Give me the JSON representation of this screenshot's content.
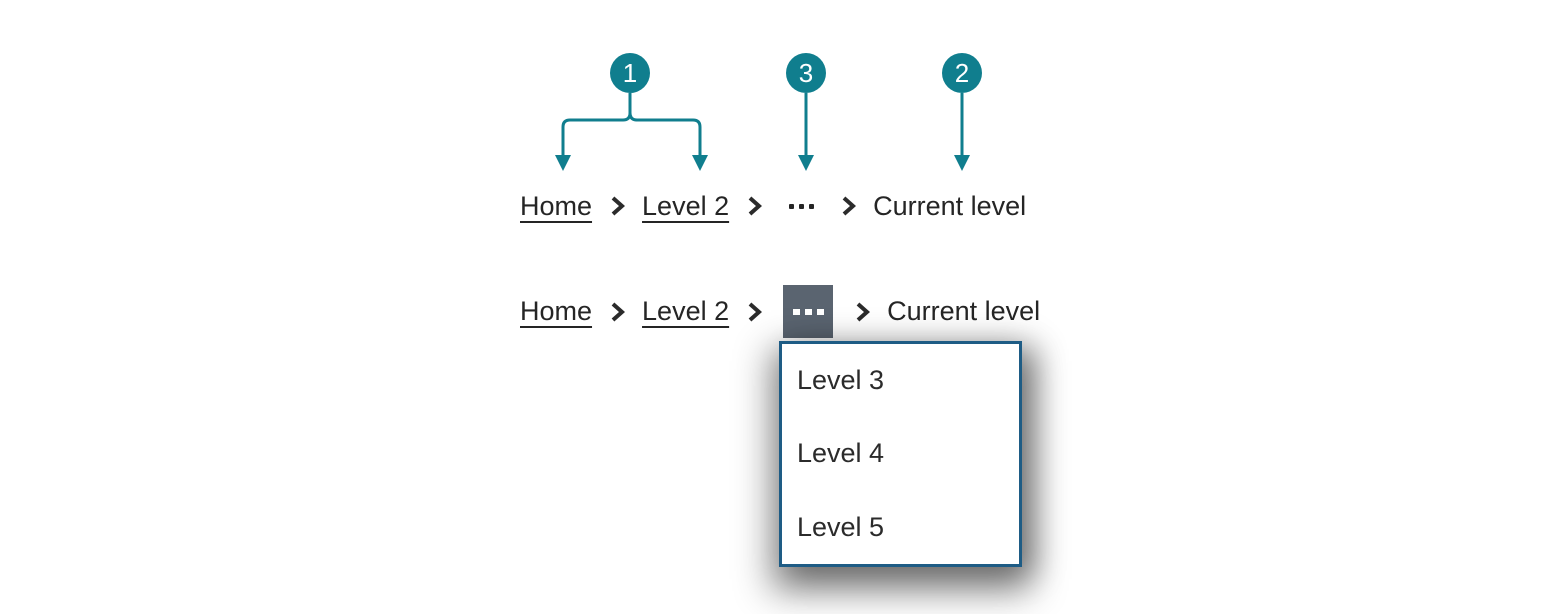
{
  "colors": {
    "accent_teal": "#107e8e",
    "breadcrumb_text": "#252525",
    "separator": "#2b2b2b",
    "overflow_button_bg": "#5a6470",
    "overflow_button_dots": "#ffffff",
    "dropdown_border": "#1e5c85",
    "dropdown_bg": "#ffffff"
  },
  "annotations": {
    "badges": [
      "1",
      "3",
      "2"
    ]
  },
  "breadcrumb_row1": {
    "items": [
      {
        "kind": "link",
        "label": "Home"
      },
      {
        "kind": "link",
        "label": "Level 2"
      },
      {
        "kind": "overflow",
        "label": "…"
      },
      {
        "kind": "current",
        "label": "Current level"
      }
    ]
  },
  "breadcrumb_row2": {
    "items": [
      {
        "kind": "link",
        "label": "Home"
      },
      {
        "kind": "link",
        "label": "Level 2"
      },
      {
        "kind": "overflow-open",
        "label": "…"
      },
      {
        "kind": "current",
        "label": "Current level"
      }
    ]
  },
  "dropdown": {
    "items": [
      {
        "label": "Level 3"
      },
      {
        "label": "Level 4"
      },
      {
        "label": "Level 5"
      }
    ]
  }
}
